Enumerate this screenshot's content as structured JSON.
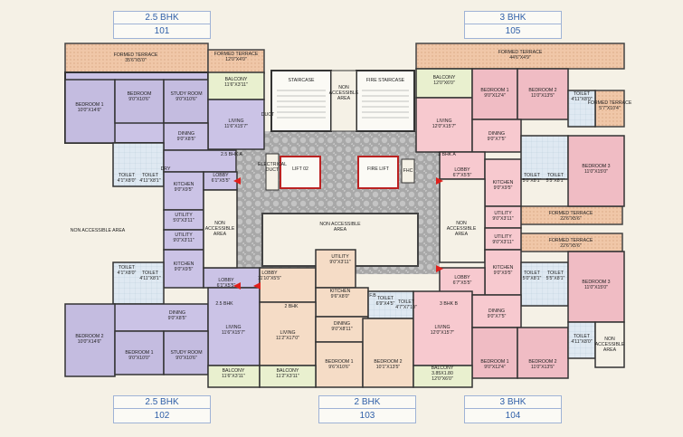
{
  "units": {
    "u101": {
      "type": "2.5 BHK",
      "no": "101"
    },
    "u105": {
      "type": "3 BHK",
      "no": "105"
    },
    "u102": {
      "type": "2.5 BHK",
      "no": "102"
    },
    "u103": {
      "type": "2 BHK",
      "no": "103"
    },
    "u104": {
      "type": "3 BHK",
      "no": "104"
    }
  },
  "rooms": {
    "ft_left": [
      "FORMED TERRACE",
      "35'6\"X5'0\""
    ],
    "ft_left2": [
      "FORMED TERRACE",
      "12'0\"X4'0\""
    ],
    "ft_right": [
      "FORMED TERRACE",
      "44'6\"X4'9\""
    ],
    "ft_right2": [
      "FORMED TERRACE",
      "5'7\"X10'4\""
    ],
    "ft_mid1": [
      "FORMED TERRACE",
      "22'6\"X5'6\""
    ],
    "ft_mid2": [
      "FORMED TERRACE",
      "22'6\"X5'6\""
    ],
    "bed101": [
      "BEDROOM 1",
      "10'0\"X14'6\""
    ],
    "bed101b": [
      "BEDROOM",
      "9'0\"X10'6\""
    ],
    "study101": [
      "STUDY ROOM",
      "9'0\"X10'6\""
    ],
    "balc101": [
      "BALCONY",
      "11'6\"X3'11\""
    ],
    "living101": [
      "LIVING",
      "11'6\"X15'7\""
    ],
    "dining101": [
      "DINING",
      "9'0\"X8'5\""
    ],
    "toilet101a": [
      "TOILET",
      "4'1\"X8'0\""
    ],
    "toilet101b": [
      "TOILET",
      "4'11\"X8'1\""
    ],
    "kitchen101": [
      "KITCHEN",
      "9'0\"X9'5\""
    ],
    "utility101": [
      "UTILITY",
      "5'0\"X3'11\""
    ],
    "lobby101": [
      "LOBBY",
      "6'1\"X5'5\""
    ],
    "staircase": [
      "STAIRCASE",
      ""
    ],
    "nonacc_top": [
      "NON",
      "ACCESSIBLE",
      "AREA"
    ],
    "firestair": [
      "FIRE STAIRCASE",
      ""
    ],
    "lift": [
      "LIFT 02",
      ""
    ],
    "firelift": [
      "FIRE LIFT",
      ""
    ],
    "elecduct": [
      "ELECTRICAL",
      "DUCT"
    ],
    "fhc": [
      "FHC",
      ""
    ],
    "nonacc_mid": [
      "NON ACCESSIBLE",
      "AREA"
    ],
    "nonacc_left": [
      "NON ACCESSIBLE AREA",
      ""
    ],
    "bhka_l": [
      "2.5 BHK A",
      ""
    ],
    "bhka_r": [
      "3 BHK A",
      ""
    ],
    "bhkb_l": [
      "2.5 BHK",
      ""
    ],
    "bhkb_m": [
      "2 BHK",
      ""
    ],
    "bhkb_r": [
      "3 BHK B",
      ""
    ],
    "balc105": [
      "BALCONY",
      "12'0\"X6'0\""
    ],
    "bed105a": [
      "BEDROOM 1",
      "9'0\"X12'4\""
    ],
    "bed105b": [
      "BEDROOM 2",
      "11'0\"X13'5\""
    ],
    "toilet105a": [
      "TOILET",
      "4'11\"X8'0\""
    ],
    "living105": [
      "LIVING",
      "12'0\"X15'7\""
    ],
    "dining105": [
      "DINING",
      "9'0\"X7'5\""
    ],
    "lobby105": [
      "LOBBY",
      "6'7\"X5'5\""
    ],
    "bed105c": [
      "BEDROOM 3",
      "11'0\"X15'0\""
    ],
    "kitchen105": [
      "KITCHEN",
      "9'0\"X9'5\""
    ],
    "utility105": [
      "UTILITY",
      "9'0\"X3'11\""
    ],
    "toilet105b": [
      "TOILET",
      "5'0\"X8'1\""
    ],
    "toilet105c": [
      "TOILET",
      "5'5\"X8'1\""
    ],
    "utility102": [
      "UTILITY",
      "9'0\"X3'11\""
    ],
    "kitchen102": [
      "KITCHEN",
      "9'0\"X9'5\""
    ],
    "lobby102": [
      "LOBBY",
      "6'1\"X5'5\""
    ],
    "toilet102a": [
      "TOILET",
      "4'1\"X8'0\""
    ],
    "toilet102b": [
      "TOILET",
      "4'11\"X8'1\""
    ],
    "dining102": [
      "DINING",
      "9'0\"X8'5\""
    ],
    "bed102": [
      "BEDROOM 2",
      "10'0\"X14'6\""
    ],
    "bed102b": [
      "BEDROOM 1",
      "9'0\"X10'0\""
    ],
    "study102": [
      "STUDY ROOM",
      "9'0\"X10'6\""
    ],
    "living102": [
      "LIVING",
      "11'6\"X15'7\""
    ],
    "balc102": [
      "BALCONY",
      "11'6\"X3'11\""
    ],
    "lobby103": [
      "LOBBY",
      "11'10\"X5'5\""
    ],
    "utility103": [
      "UTILITY",
      "9'0\"X3'11\""
    ],
    "kitchen103": [
      "KITCHEN",
      "9'6\"X8'0\""
    ],
    "living103": [
      "LIVING",
      "11'2\"X17'0\""
    ],
    "dining103": [
      "DINING",
      "9'0\"X8'11\""
    ],
    "balc103": [
      "BALCONY",
      "11'2\"X3'11\""
    ],
    "bed103a": [
      "BEDROOM 1",
      "9'6\"X10'6\""
    ],
    "bed103b": [
      "BEDROOM 2",
      "10'1\"X13'5\""
    ],
    "toilet103a": [
      "TOILET",
      "6'9\"X4'5\""
    ],
    "toilet103b": [
      "TOILET",
      "4'7\"X7'10\""
    ],
    "lobby104": [
      "LOBBY",
      "6'7\"X5'5\""
    ],
    "kitchen104": [
      "KITCHEN",
      "9'0\"X9'5\""
    ],
    "utility104": [
      "UTILITY",
      "9'0\"X3'11\""
    ],
    "dining104": [
      "DINING",
      "9'0\"X7'5\""
    ],
    "living104": [
      "LIVING",
      "12'0\"X15'7\""
    ],
    "bed104a": [
      "BEDROOM 1",
      "9'0\"X12'4\""
    ],
    "bed104b": [
      "BEDROOM 2",
      "11'0\"X13'5\""
    ],
    "bed104c": [
      "BEDROOM 3",
      "11'0\"X15'0\""
    ],
    "toilet104a": [
      "TOILET",
      "5'0\"X8'1\""
    ],
    "toilet104b": [
      "TOILET",
      "5'5\"X8'1\""
    ],
    "toilet104c": [
      "TOILET",
      "4'11\"X8'0\""
    ],
    "balc104": [
      "BALCONY",
      "3.85X1.80",
      "12'0\"X6'0\""
    ],
    "nonacc_br": [
      "NON",
      "ACCESSIBLE",
      "AREA"
    ],
    "nonacc_l1": [
      "NON",
      "ACCESSIBLE",
      "AREA"
    ],
    "nonacc_r1": [
      "NON",
      "ACCESSIBLE",
      "AREA"
    ],
    "duct": [
      "DUCT",
      ""
    ],
    "dry": [
      "DRY",
      ""
    ],
    "fb": [
      "F.B",
      ""
    ]
  }
}
